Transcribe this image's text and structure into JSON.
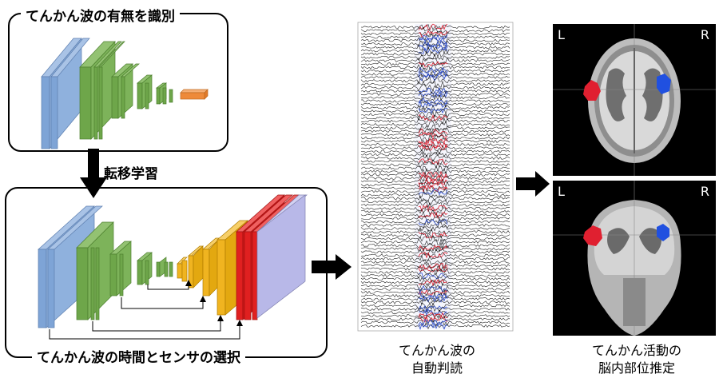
{
  "top_panel": {
    "title": "てんかん波の有無を識別"
  },
  "transfer": {
    "label": "転移学習"
  },
  "bottom_panel": {
    "title": "てんかん波の時間とセンサの選択"
  },
  "eeg": {
    "caption_line1": "てんかん波の",
    "caption_line2": "自動判読"
  },
  "mri": {
    "caption_line1": "てんかん活動の",
    "caption_line2": "脳内部位推定",
    "left_label": "L",
    "right_label": "R"
  },
  "colors": {
    "blue_layer": "#7ea4d6",
    "green_layer": "#6ea64a",
    "orange_layer": "#ee8a3a",
    "yellow_layer": "#f0b420",
    "red_layer": "#e02020",
    "lavender_layer": "#b8b8e8"
  }
}
